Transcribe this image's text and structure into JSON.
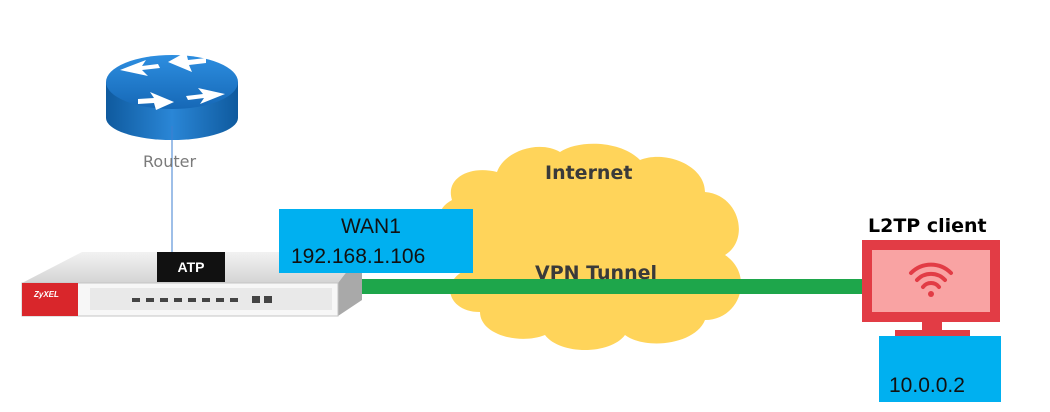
{
  "nodes": {
    "router": {
      "label": "Router",
      "icon": "router-icon",
      "color": "#1e78c8"
    },
    "internet": {
      "label": "Internet",
      "icon": "cloud-icon",
      "color": "#ffd45a"
    },
    "firewall": {
      "label": "ATP",
      "brand": "ZyXEL",
      "icon": "firewall-appliance-icon",
      "accent": "#d9262b"
    },
    "wan": {
      "title": "WAN1",
      "ip": "192.168.1.106",
      "color": "#00b0f0"
    },
    "client": {
      "label": "L2TP client",
      "ip": "10.0.0.2",
      "icon": "monitor-wifi-icon",
      "color": "#e23c45"
    }
  },
  "links": {
    "tunnel": {
      "label": "VPN Tunnel",
      "color": "#1ea64b"
    }
  }
}
